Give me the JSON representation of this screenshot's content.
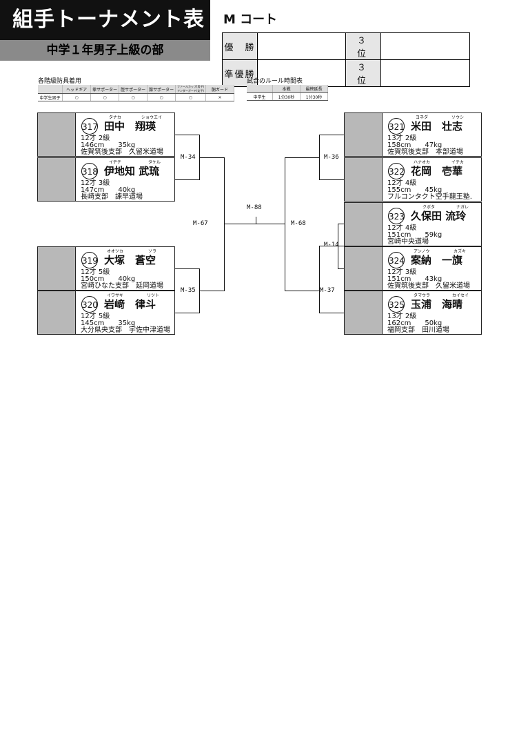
{
  "header": {
    "title": "組手トーナメント表",
    "subtitle": "中学１年男子上級の部",
    "court": "M コート"
  },
  "results": {
    "winner": "優　勝",
    "runner_up": "準優勝",
    "third1": "３　位",
    "third2": "３　位"
  },
  "equipment": {
    "title": "各階級防具着用",
    "headers": [
      "",
      "ヘッドギア",
      "拳サポーター",
      "脛サポーター",
      "膝サポーター",
      "ファールカップ(男子)アンダーガード(女子)",
      "胴ガード"
    ],
    "row": [
      "中学生男子",
      "○",
      "○",
      "○",
      "○",
      "○",
      "×"
    ]
  },
  "rules": {
    "title": "試合のルール時間表",
    "headers": [
      "",
      "本戦",
      "最終延長"
    ],
    "row": [
      "中学生",
      "1分30秒",
      "1分30秒"
    ]
  },
  "players": {
    "p317": {
      "num": "317",
      "name": "田中　翔瑛",
      "kana1": "タナカ",
      "kana2": "ショウエイ",
      "l1": "12才 2級",
      "l2": "146cm　　35kg",
      "l3": "佐賀筑後支部　久留米道場"
    },
    "p318": {
      "num": "318",
      "name": "伊地知 武琉",
      "kana1": "イヂチ",
      "kana2": "タケル",
      "l1": "12才 3級",
      "l2": "147cm　　40kg",
      "l3": "長崎支部　諫早道場"
    },
    "p319": {
      "num": "319",
      "name": "大塚　蒼空",
      "kana1": "オオツカ",
      "kana2": "ソラ",
      "l1": "12才 5級",
      "l2": "150cm　　40kg",
      "l3": "宮崎ひなた支部　延岡道場"
    },
    "p320": {
      "num": "320",
      "name": "岩﨑　律斗",
      "kana1": "イワサキ",
      "kana2": "リツト",
      "l1": "12才 5級",
      "l2": "145cm　　35kg",
      "l3": "大分県央支部　宇佐中津道場"
    },
    "p321": {
      "num": "321",
      "name": "米田　壮志",
      "kana1": "ヨネダ",
      "kana2": "ソウシ",
      "l1": "13才 2級",
      "l2": "158cm　　47kg",
      "l3": "佐賀筑後支部　本部道場"
    },
    "p322": {
      "num": "322",
      "name": "花岡　壱華",
      "kana1": "ハナオカ",
      "kana2": "イチカ",
      "l1": "12才 4級",
      "l2": "155cm　　45kg",
      "l3": "フルコンタクト空手龍王塾."
    },
    "p323": {
      "num": "323",
      "name": "久保田 流玲",
      "kana1": "クボタ",
      "kana2": "ナガレ",
      "l1": "12才 4級",
      "l2": "151cm　　59kg",
      "l3": "宮崎中央道場"
    },
    "p324": {
      "num": "324",
      "name": "案納　一旗",
      "kana1": "アンノウ",
      "kana2": "カズキ",
      "l1": "12才 3級",
      "l2": "151cm　　43kg",
      "l3": "佐賀筑後支部　久留米道場"
    },
    "p325": {
      "num": "325",
      "name": "玉浦　海晴",
      "kana1": "タマウラ",
      "kana2": "カイセイ",
      "l1": "13才 2級",
      "l2": "162cm　　50kg",
      "l3": "福岡支部　田川道場"
    }
  },
  "matches": {
    "m34": "M-34",
    "m35": "M-35",
    "m67": "M-67",
    "m88": "M-88",
    "m68": "M-68",
    "m36": "M-36",
    "m14": "M-14",
    "m37": "M-37"
  }
}
